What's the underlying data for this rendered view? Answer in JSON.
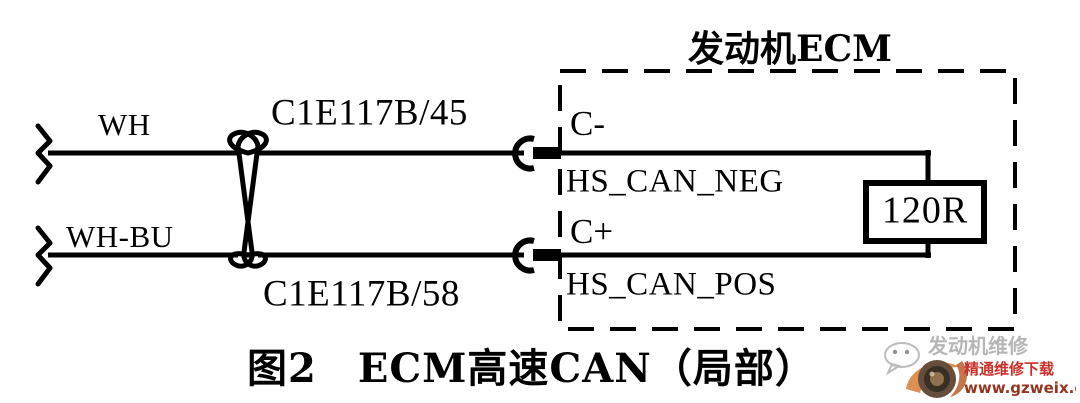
{
  "figure": {
    "caption": "图2　ECM高速CAN（局部）",
    "ecm_title": "发动机ECM"
  },
  "wires": [
    {
      "color_code": "WH",
      "connector_ref": "C1E117B/45",
      "pin_label": "C-",
      "signal_name": "HS_CAN_NEG"
    },
    {
      "color_code": "WH-BU",
      "connector_ref": "C1E117B/58",
      "pin_label": "C+",
      "signal_name": "HS_CAN_POS"
    }
  ],
  "components": {
    "terminating_resistor": "120R"
  },
  "icons": {
    "twisted_pair": "twisted-pair-icon",
    "wire_break_upper": "wire-break-icon",
    "wire_break_lower": "wire-break-icon",
    "connector_upper": "connector-pin-icon",
    "connector_lower": "connector-pin-icon"
  },
  "watermark": {
    "brand_gray": "发动机维修",
    "brand_red": "精通维修下载",
    "url": "www.gzweix.com"
  },
  "colors": {
    "line": "#000000",
    "background": "#ffffff",
    "watermark_gray": "#9a9a9a",
    "watermark_red": "#c8271e",
    "watermark_url": "#8f2b16",
    "watermark_brown": "#8a5a2b",
    "watermark_orange": "#d4762a"
  }
}
